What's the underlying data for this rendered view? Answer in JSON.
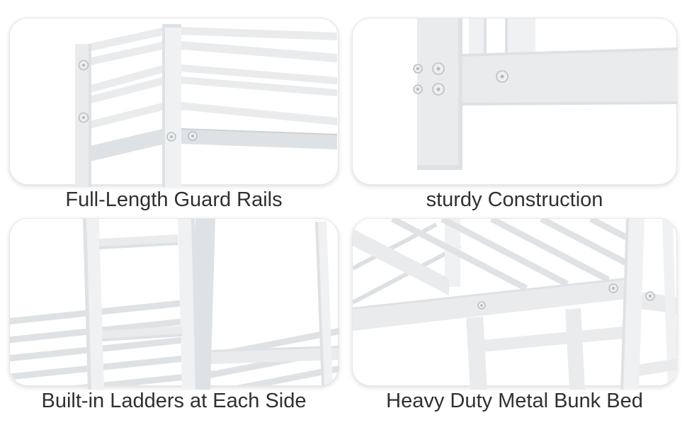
{
  "page": {
    "background_color": "#ffffff",
    "caption_color": "#303030",
    "panel_fill": "#ffffff",
    "panel_border_color": "#e7e7e7",
    "artwork_gray_light": "#e9ebed",
    "artwork_gray_mid": "#dfe2e4"
  },
  "features": [
    {
      "caption": "Full-Length Guard Rails",
      "illustration": "guard-rails-render"
    },
    {
      "caption": "sturdy Construction",
      "illustration": "frame-joint-screws-render"
    },
    {
      "caption": "Built-in Ladders at Each Side",
      "illustration": "built-in-ladder-render"
    },
    {
      "caption": "Heavy Duty Metal Bunk Bed",
      "illustration": "bunk-bed-corner-render"
    }
  ]
}
